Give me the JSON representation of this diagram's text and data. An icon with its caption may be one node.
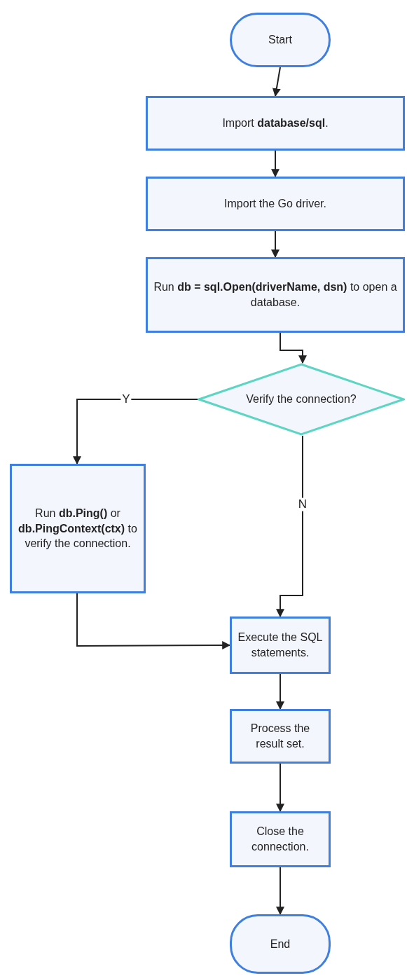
{
  "diagram": {
    "nodes": [
      {
        "text": [
          "Start"
        ]
      },
      {
        "text": [
          "Import **database/sql**."
        ]
      },
      {
        "text": [
          "Import the Go driver."
        ]
      },
      {
        "text": [
          "Run **db = sql.Open(driverName, dsn)** to open a database."
        ]
      },
      {
        "text": [
          "Verify the connection?"
        ]
      },
      {
        "text": [
          "Run **db.Ping()** or **db.PingContext(ctx)** to verify the connection."
        ]
      },
      {
        "text": [
          "Execute the SQL statements."
        ]
      },
      {
        "text": [
          "Process the result set."
        ]
      },
      {
        "text": [
          "Close the connection."
        ]
      },
      {
        "text": [
          "End"
        ]
      }
    ],
    "edges": [
      {
        "from": 0,
        "to": 1,
        "arrow": "to"
      },
      {
        "from": 1,
        "to": 2,
        "arrow": "to"
      },
      {
        "from": 2,
        "to": 3,
        "arrow": "to"
      },
      {
        "from": 3,
        "to": 4,
        "arrow": "to"
      },
      {
        "from": 4,
        "to": 5,
        "arrow": "to",
        "label": "Y"
      },
      {
        "from": 4,
        "to": 6,
        "arrow": "to",
        "label": "N"
      },
      {
        "from": 5,
        "to": 6,
        "arrow": "to"
      },
      {
        "from": 6,
        "to": 7,
        "arrow": "to"
      },
      {
        "from": 7,
        "to": 8,
        "arrow": "to"
      },
      {
        "from": 8,
        "to": 9,
        "arrow": "to"
      }
    ]
  }
}
